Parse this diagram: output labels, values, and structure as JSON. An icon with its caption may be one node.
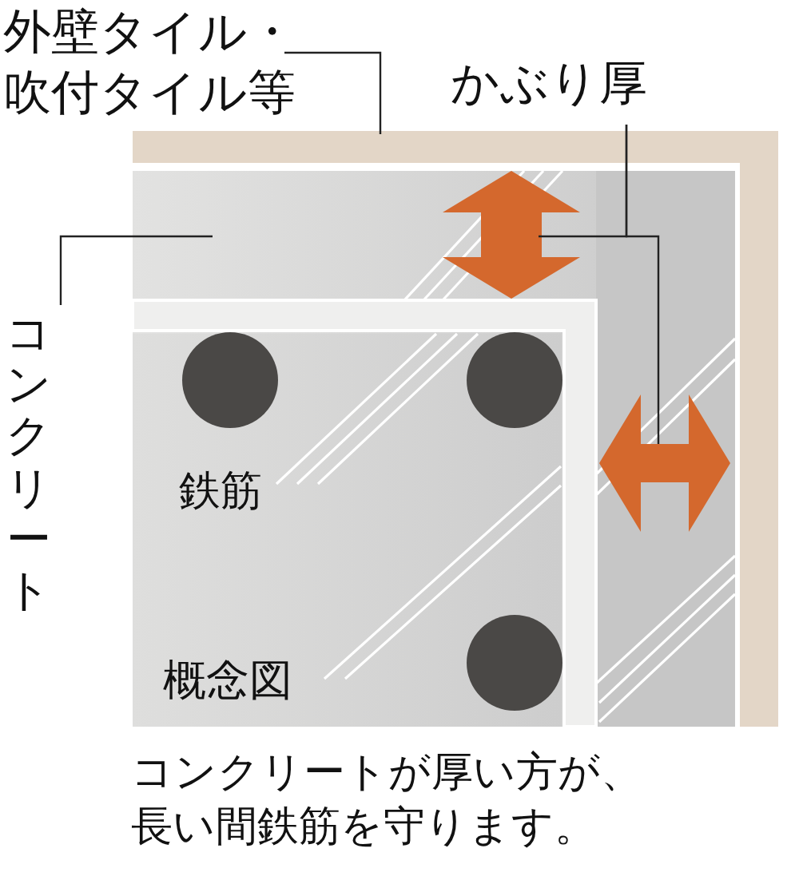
{
  "diagram": {
    "caption": "コンクリートが厚い方が、長い間鉄筋を守ります。",
    "nodes": [
      {
        "text": [
          "外壁タイル・吹付タイル等"
        ]
      },
      {
        "text": [],
        "shape": "box"
      },
      {
        "text": [
          "コンクリート"
        ]
      },
      {
        "text": [],
        "shape": "box"
      },
      {
        "text": [
          "かぶり厚"
        ]
      },
      {
        "text": [],
        "shape": "arrow",
        "in": 3
      },
      {
        "text": [],
        "shape": "arrow",
        "in": 3
      }
    ],
    "edges": [
      {
        "from": 0,
        "to": 1,
        "arrow": "none"
      },
      {
        "from": 2,
        "to": 3,
        "arrow": "none"
      },
      {
        "from": 4,
        "to": 5,
        "arrow": "none"
      },
      {
        "from": 4,
        "to": 6,
        "arrow": "none"
      }
    ],
    "labels": [
      "鉄筋",
      "概念図"
    ]
  }
}
